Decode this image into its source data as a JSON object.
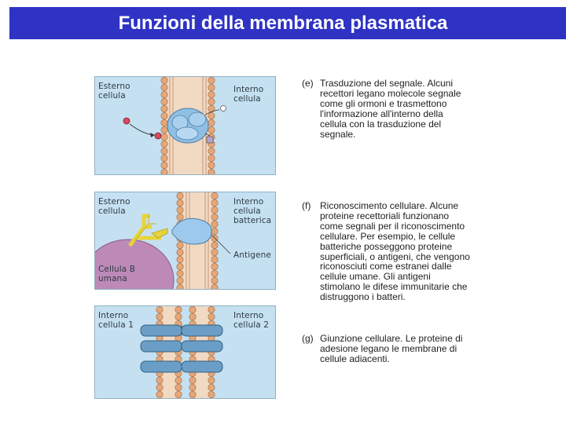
{
  "header": {
    "title": "Funzioni della membrana plasmatica"
  },
  "figure": {
    "panel_e": {
      "label_outside": "Esterno\ncellula",
      "label_inside": "Interno\ncellula"
    },
    "panel_f": {
      "label_outside": "Esterno\ncellula",
      "label_inside": "Interno\ncellula\nbatterica",
      "label_antigen": "Antigene",
      "label_bcell": "Cellula B\numana"
    },
    "panel_g": {
      "label_cell1": "Interno\ncellula 1",
      "label_cell2": "Interno\ncellula 2"
    }
  },
  "captions": [
    {
      "letter": "(e)",
      "text": "Trasduzione del segnale. Alcuni recettori legano molecole segnale come gli ormoni e trasmettono l'informazione all'interno della cellula con la trasduzione del segnale."
    },
    {
      "letter": "(f)",
      "text": "Riconoscimento cellulare. Alcune proteine recettoriali funzionano come segnali per il riconoscimento cellulare. Per esempio, le cellule batteriche posseggono proteine superficiali, o antigeni, che vengono riconosciuti come estranei dalle cellule umane. Gli antigeni stimolano le difese immunitarie che distruggono i batteri."
    },
    {
      "letter": "(g)",
      "text": "Giunzione cellulare. Le proteine di adesione legano le membrane di cellule adiacenti."
    }
  ],
  "colors": {
    "title_bar": "#2f33c4",
    "panel_bg": "#c5e1f1",
    "lipid_head": "#e3a77a",
    "receptor": "#8fc0e4",
    "antibody": "#e6d43a",
    "b_cell": "#bd8ab8",
    "junction_protein": "#6a9ec6"
  }
}
